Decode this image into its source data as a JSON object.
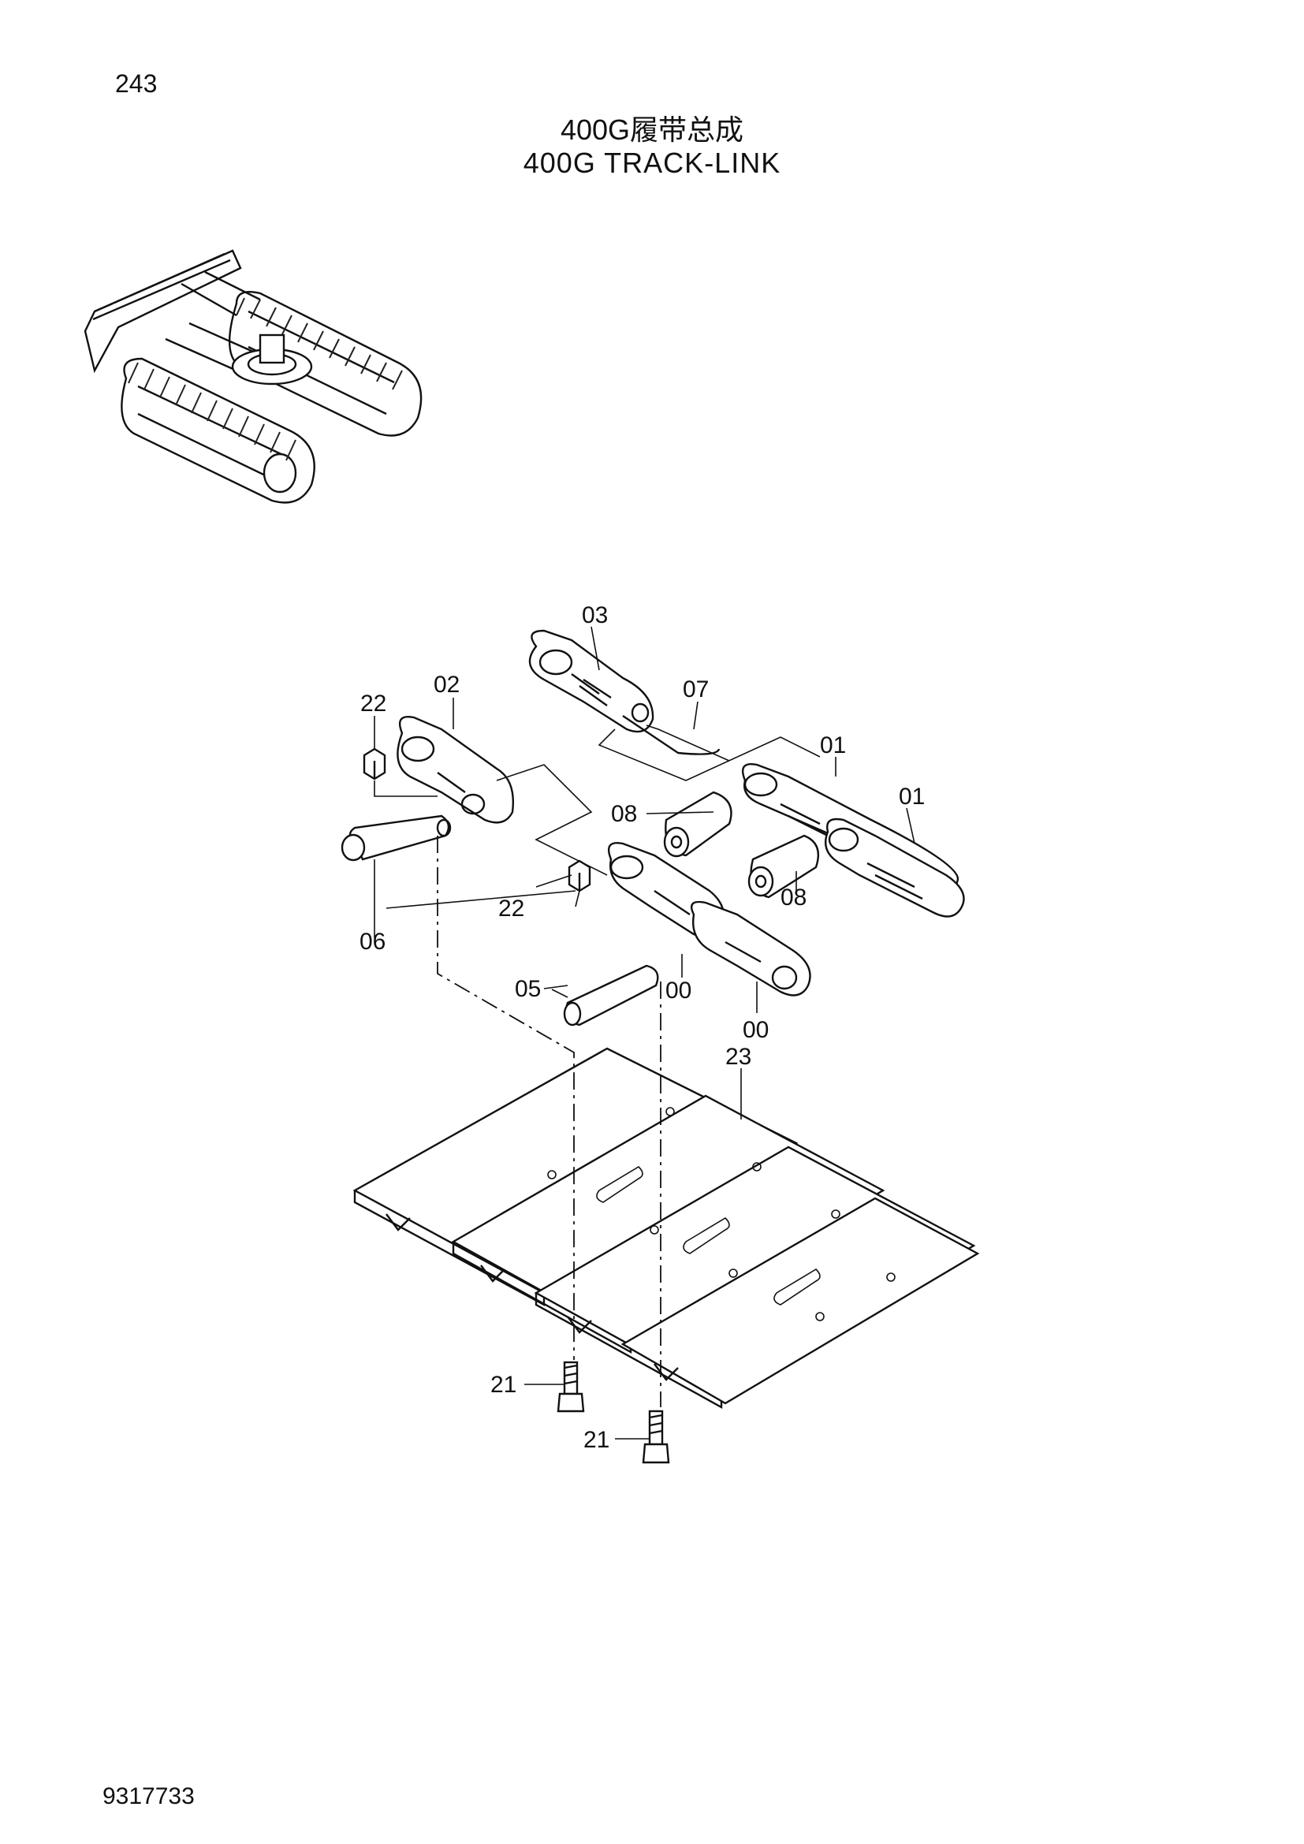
{
  "page_number": "243",
  "title_cn": "400G履带总成",
  "title_en": "400G TRACK-LINK",
  "doc_code": "9317733",
  "callouts": {
    "c03": "03",
    "c02": "02",
    "c22a": "22",
    "c07": "07",
    "c01a": "01",
    "c01b": "01",
    "c08a": "08",
    "c08b": "08",
    "c22b": "22",
    "c06": "06",
    "c05": "05",
    "c00a": "00",
    "c00b": "00",
    "c23": "23",
    "c21a": "21",
    "c21b": "21"
  }
}
